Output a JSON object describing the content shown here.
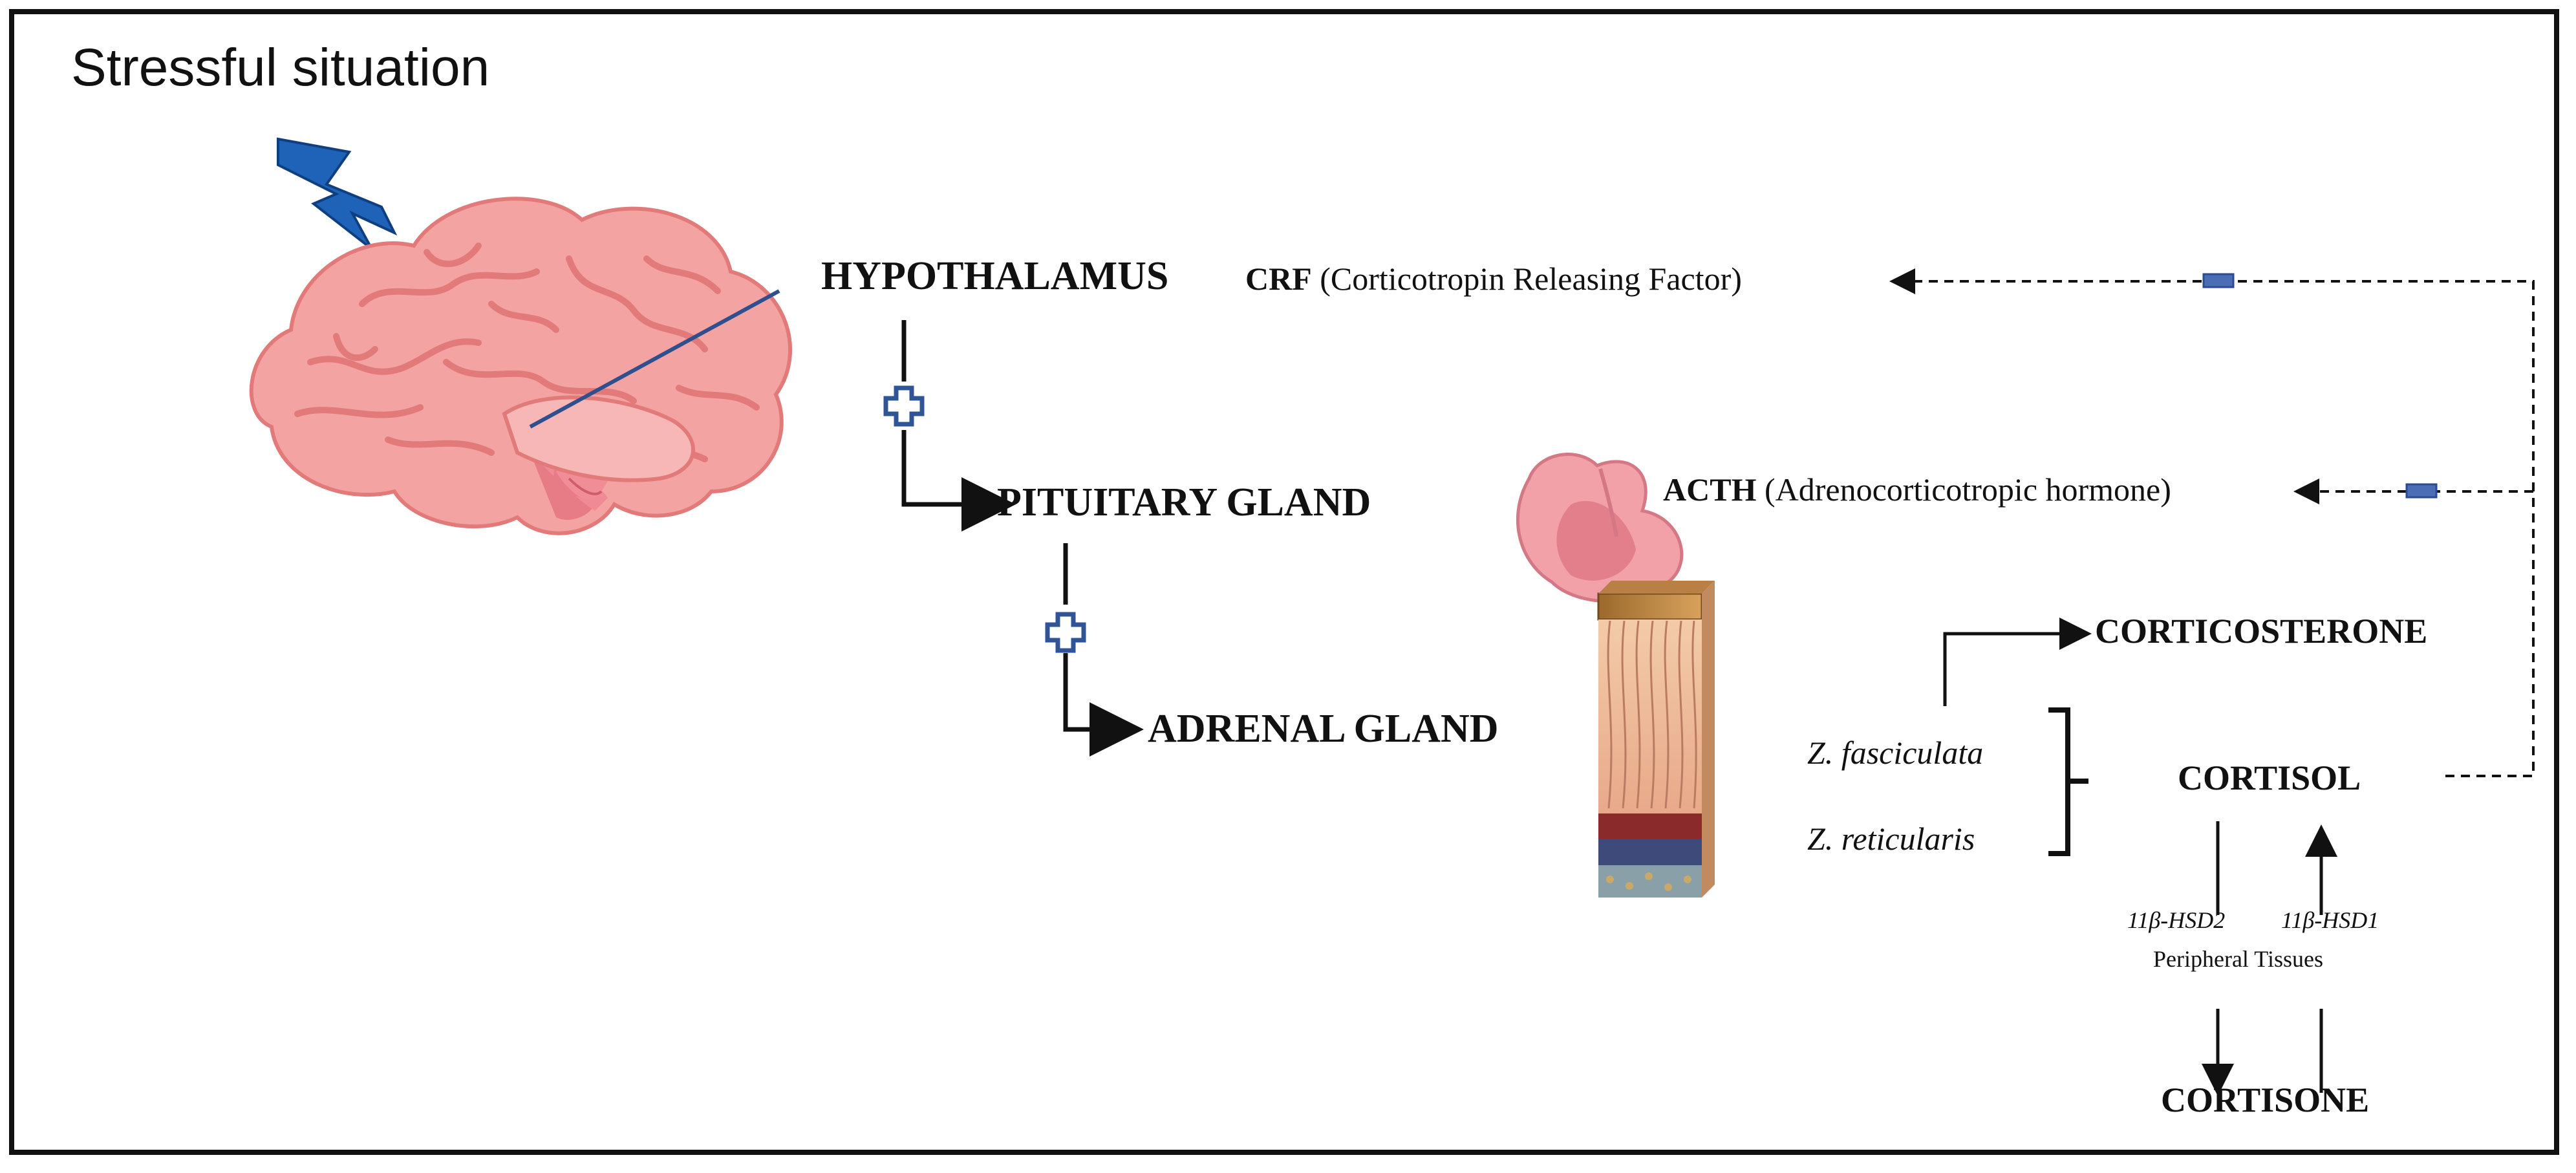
{
  "title": "Stressful situation",
  "organs": {
    "hypothalamus": "HYPOTHALAMUS",
    "pituitary": "PITUITARY GLAND",
    "adrenal": "ADRENAL GLAND"
  },
  "hormones": {
    "crf": {
      "abbr": "CRF",
      "full": "(Corticotropin Releasing Factor)"
    },
    "acth": {
      "abbr": "ACTH",
      "full": "(Adrenocorticotropic hormone)"
    }
  },
  "zones": {
    "fasciculata": "Z. fasciculata",
    "reticularis": "Z. reticularis"
  },
  "products": {
    "corticosterone": "CORTICOSTERONE",
    "cortisol": "CORTISOL",
    "cortisone": "CORTISONE"
  },
  "enzymes": {
    "hsd2": "11β-HSD2",
    "hsd1": "11β-HSD1"
  },
  "tissues": "Peripheral Tissues",
  "colors": {
    "feedback_sign": "#4a6db5",
    "stimulation_sign": "#2f5597",
    "brain": "#f4a3a3",
    "pituitary": "#e8808f",
    "lightning": "#1f63b8"
  }
}
